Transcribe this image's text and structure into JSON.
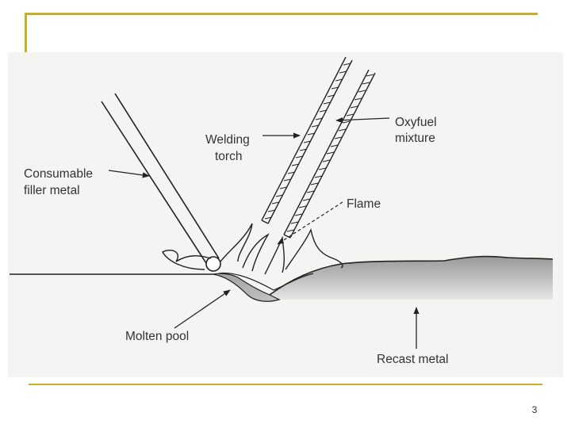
{
  "labels": {
    "consumable_filler_metal": [
      "Consumable",
      "filler metal"
    ],
    "welding_torch": [
      "Welding",
      "torch"
    ],
    "oxyfuel_mixture": [
      "Oxyfuel",
      "mixture"
    ],
    "flame": "Flame",
    "molten_pool": "Molten pool",
    "recast_metal": "Recast metal"
  },
  "slide_number": "3",
  "colors": {
    "accent_rule": "#c9ae2a",
    "figure_background": "#f4f4f2",
    "line": "#222222"
  }
}
